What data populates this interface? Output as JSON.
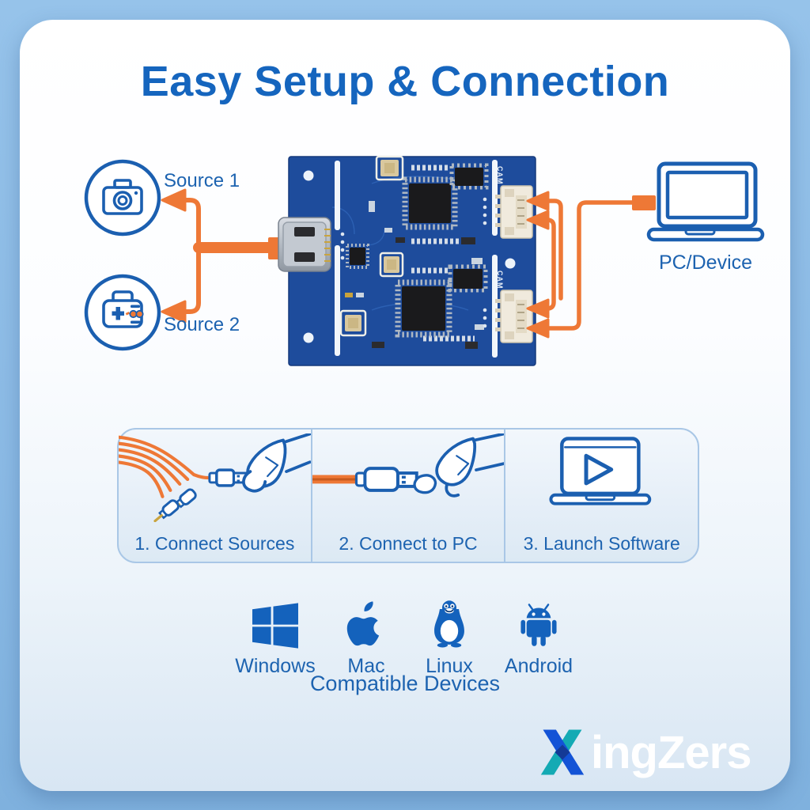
{
  "title": "Easy Setup & Connection",
  "hero": {
    "source1": "Source 1",
    "source2": "Source 2",
    "pc": "PC/Device",
    "pcb_silkscreen": "CAM",
    "icons": [
      "camera-icon",
      "gamepad-icon",
      "laptop-icon",
      "usb-c-connector",
      "cam-connector"
    ]
  },
  "steps": [
    {
      "label": "1. Connect Sources",
      "icon": "cables-hand-icon"
    },
    {
      "label": "2. Connect to PC",
      "icon": "usb-plug-hand-icon"
    },
    {
      "label": "3. Launch Software",
      "icon": "laptop-play-icon"
    }
  ],
  "compatibility": {
    "heading": "Compatible Devices",
    "platforms": [
      {
        "name": "Windows",
        "icon": "windows-icon"
      },
      {
        "name": "Mac",
        "icon": "apple-icon"
      },
      {
        "name": "Linux",
        "icon": "linux-tux-icon"
      },
      {
        "name": "Android",
        "icon": "android-icon"
      }
    ]
  },
  "brand": {
    "mark_letter": "X",
    "name_rest": "ingZers"
  },
  "colors": {
    "accent_orange": "#EE7836",
    "line_blue": "#1B5FB0",
    "title_blue": "#1565BE",
    "text_blue": "#1D63B0",
    "pcb_blue": "#1E4C9C",
    "brand_blue": "#1353D6",
    "brand_teal": "#14AAB4"
  }
}
